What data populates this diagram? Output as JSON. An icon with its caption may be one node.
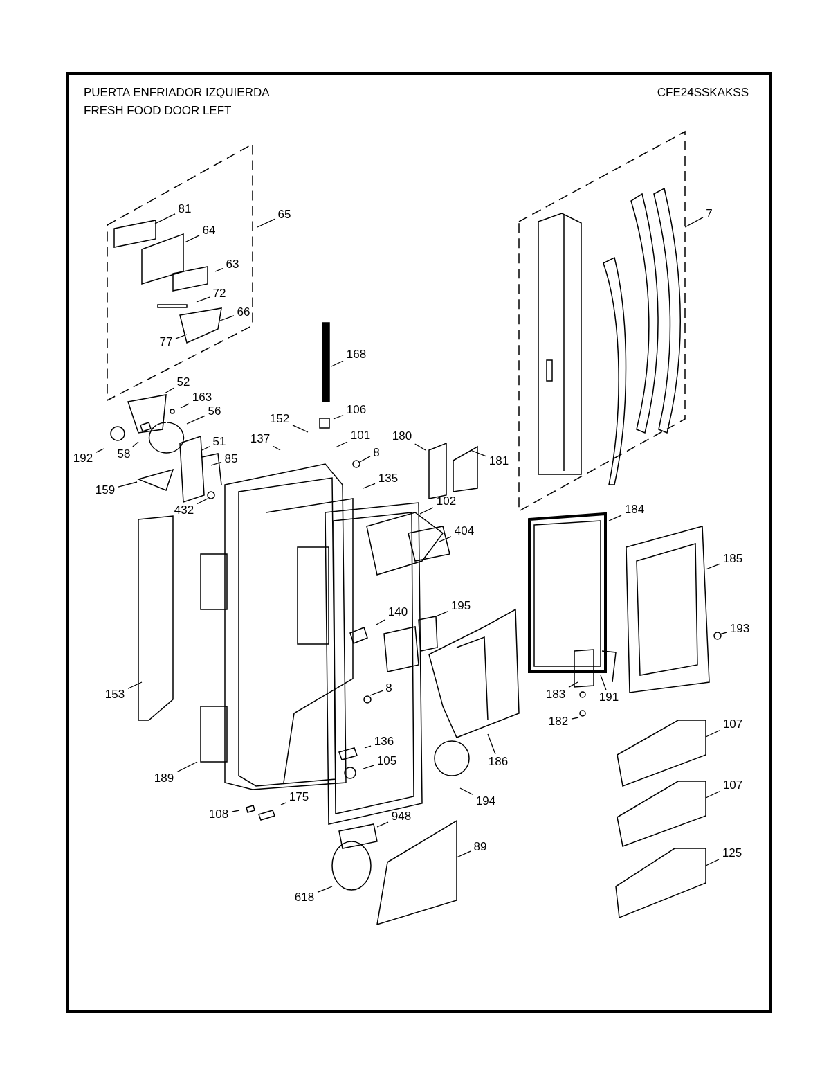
{
  "diagram": {
    "title": "PUERTA ENFRIADOR IZQUIERDA",
    "nodes": [
      {
        "text": [
          "81"
        ]
      },
      {
        "text": [
          "65"
        ]
      },
      {
        "text": [
          "7"
        ]
      },
      {
        "text": [
          "64"
        ]
      },
      {
        "text": [
          "63"
        ]
      },
      {
        "text": [
          "72"
        ]
      },
      {
        "text": [
          "66"
        ]
      },
      {
        "text": [
          "77"
        ]
      },
      {
        "text": [
          "168"
        ]
      },
      {
        "text": [
          "52"
        ]
      },
      {
        "text": [
          "163"
        ]
      },
      {
        "text": [
          "56"
        ]
      },
      {
        "text": [
          "106"
        ]
      },
      {
        "text": [
          "152"
        ]
      },
      {
        "text": [
          "180"
        ]
      },
      {
        "text": [
          "101"
        ]
      },
      {
        "text": [
          "137"
        ]
      },
      {
        "text": [
          "51"
        ]
      },
      {
        "text": [
          "192"
        ]
      },
      {
        "text": [
          "58"
        ]
      },
      {
        "text": [
          "8"
        ]
      },
      {
        "text": [
          "85"
        ]
      },
      {
        "text": [
          "181"
        ]
      },
      {
        "text": [
          "135"
        ]
      },
      {
        "text": [
          "159"
        ]
      },
      {
        "text": [
          "102"
        ]
      },
      {
        "text": [
          "184"
        ]
      },
      {
        "text": [
          "432"
        ]
      },
      {
        "text": [
          "404"
        ]
      },
      {
        "text": [
          "185"
        ]
      },
      {
        "text": [
          "195"
        ]
      },
      {
        "text": [
          "140"
        ]
      },
      {
        "text": [
          "193"
        ]
      },
      {
        "text": [
          "8"
        ]
      },
      {
        "text": [
          "153"
        ]
      },
      {
        "text": [
          "183"
        ]
      },
      {
        "text": [
          "191"
        ]
      },
      {
        "text": [
          "182"
        ]
      },
      {
        "text": [
          "107"
        ]
      },
      {
        "text": [
          "136"
        ]
      },
      {
        "text": [
          "105"
        ]
      },
      {
        "text": [
          "186"
        ]
      },
      {
        "text": [
          "189"
        ]
      },
      {
        "text": [
          "107"
        ]
      },
      {
        "text": [
          "175"
        ]
      },
      {
        "text": [
          "194"
        ]
      },
      {
        "text": [
          "108"
        ]
      },
      {
        "text": [
          "948"
        ]
      },
      {
        "text": [
          "89"
        ]
      },
      {
        "text": [
          "125"
        ]
      },
      {
        "text": [
          "618"
        ]
      }
    ],
    "edges": [
      {
        "from": 0,
        "to": null,
        "arrow": "none"
      },
      {
        "from": 1,
        "to": null,
        "arrow": "none"
      },
      {
        "from": 2,
        "to": null,
        "arrow": "none"
      },
      {
        "from": 3,
        "to": null,
        "arrow": "none"
      },
      {
        "from": 4,
        "to": null,
        "arrow": "none"
      },
      {
        "from": 5,
        "to": null,
        "arrow": "none"
      },
      {
        "from": 6,
        "to": null,
        "arrow": "none"
      },
      {
        "from": 7,
        "to": null,
        "arrow": "none"
      },
      {
        "from": 8,
        "to": null,
        "arrow": "none"
      },
      {
        "from": 9,
        "to": null,
        "arrow": "none"
      },
      {
        "from": 10,
        "to": null,
        "arrow": "none"
      },
      {
        "from": 11,
        "to": null,
        "arrow": "none"
      },
      {
        "from": 12,
        "to": null,
        "arrow": "none"
      },
      {
        "from": 13,
        "to": null,
        "arrow": "none"
      },
      {
        "from": 14,
        "to": null,
        "arrow": "none"
      },
      {
        "from": 15,
        "to": null,
        "arrow": "none"
      },
      {
        "from": 16,
        "to": null,
        "arrow": "none"
      },
      {
        "from": 17,
        "to": null,
        "arrow": "none"
      },
      {
        "from": 18,
        "to": null,
        "arrow": "none"
      },
      {
        "from": 19,
        "to": null,
        "arrow": "none"
      },
      {
        "from": 20,
        "to": null,
        "arrow": "none"
      },
      {
        "from": 21,
        "to": null,
        "arrow": "none"
      },
      {
        "from": 22,
        "to": null,
        "arrow": "none"
      },
      {
        "from": 23,
        "to": null,
        "arrow": "none"
      },
      {
        "from": 24,
        "to": null,
        "arrow": "none"
      },
      {
        "from": 25,
        "to": null,
        "arrow": "none"
      },
      {
        "from": 26,
        "to": null,
        "arrow": "none"
      },
      {
        "from": 27,
        "to": null,
        "arrow": "none"
      },
      {
        "from": 28,
        "to": null,
        "arrow": "none"
      },
      {
        "from": 29,
        "to": null,
        "arrow": "none"
      },
      {
        "from": 30,
        "to": null,
        "arrow": "none"
      },
      {
        "from": 31,
        "to": null,
        "arrow": "none"
      },
      {
        "from": 32,
        "to": null,
        "arrow": "none"
      },
      {
        "from": 33,
        "to": null,
        "arrow": "none"
      },
      {
        "from": 34,
        "to": null,
        "arrow": "none"
      },
      {
        "from": 35,
        "to": null,
        "arrow": "none"
      },
      {
        "from": 36,
        "to": null,
        "arrow": "none"
      },
      {
        "from": 37,
        "to": null,
        "arrow": "none"
      },
      {
        "from": 38,
        "to": null,
        "arrow": "none"
      },
      {
        "from": 39,
        "to": null,
        "arrow": "none"
      },
      {
        "from": 40,
        "to": null,
        "arrow": "none"
      },
      {
        "from": 41,
        "to": null,
        "arrow": "none"
      },
      {
        "from": 42,
        "to": null,
        "arrow": "none"
      },
      {
        "from": 43,
        "to": null,
        "arrow": "none"
      },
      {
        "from": 44,
        "to": null,
        "arrow": "none"
      },
      {
        "from": 45,
        "to": null,
        "arrow": "none"
      },
      {
        "from": 46,
        "to": null,
        "arrow": "none"
      },
      {
        "from": 47,
        "to": null,
        "arrow": "none"
      },
      {
        "from": 48,
        "to": null,
        "arrow": "none"
      },
      {
        "from": 49,
        "to": null,
        "arrow": "none"
      },
      {
        "from": 50,
        "to": null,
        "arrow": "none"
      }
    ],
    "labels": [
      "FRESH FOOD DOOR LEFT",
      "CFE24SSKAKSS"
    ]
  }
}
